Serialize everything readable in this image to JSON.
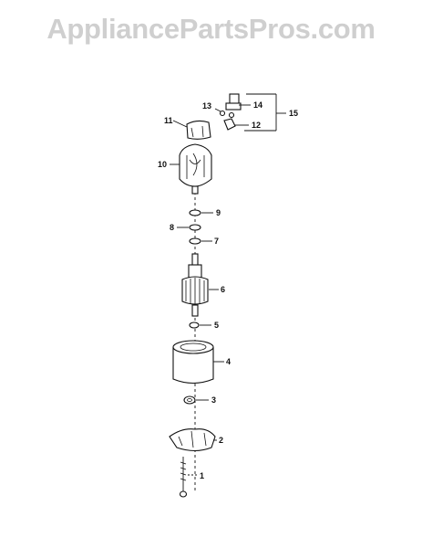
{
  "watermark": "AppliancePartsPros.com",
  "callouts": {
    "c1": "1",
    "c2": "2",
    "c3": "3",
    "c4": "4",
    "c5": "5",
    "c6": "6",
    "c7": "7",
    "c8": "8",
    "c9": "9",
    "c10": "10",
    "c11": "11",
    "c12": "12",
    "c13": "13",
    "c14": "14",
    "c15": "15"
  },
  "colors": {
    "ink": "#111111",
    "watermark": "#cfcfcf",
    "background": "#ffffff"
  }
}
